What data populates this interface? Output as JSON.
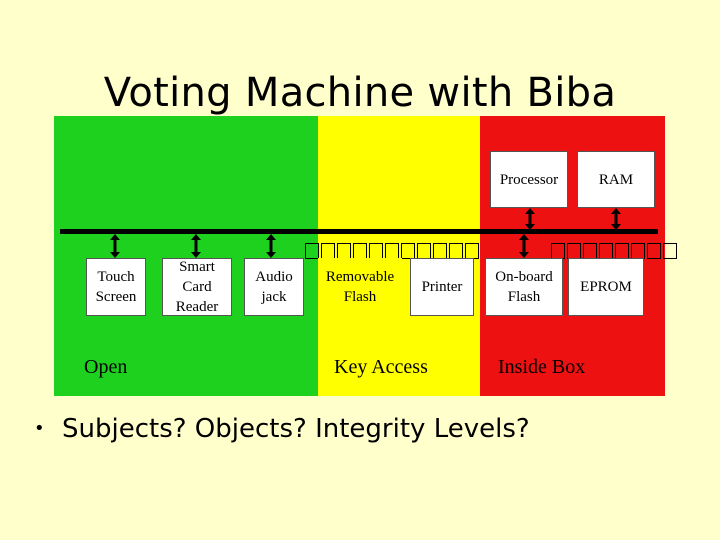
{
  "title": "Voting Machine with Biba",
  "colors": {
    "open": "#1fd11f",
    "key_access": "#ffff00",
    "inside_box": "#ee1111",
    "background": "#ffffcc"
  },
  "zones": {
    "open": "Open",
    "key_access": "Key Access",
    "inside_box": "Inside Box"
  },
  "components": {
    "processor": "Processor",
    "ram": "RAM",
    "touch_screen": "Touch\nScreen",
    "smart_card_reader": "Smart\nCard\nReader",
    "audio_jack": "Audio\njack",
    "removable_flash": "Removable\nFlash",
    "printer": "Printer",
    "onboard_flash": "On-board\nFlash",
    "eprom": "EPROM"
  },
  "bullet": "Subjects?  Objects?  Integrity Levels?"
}
